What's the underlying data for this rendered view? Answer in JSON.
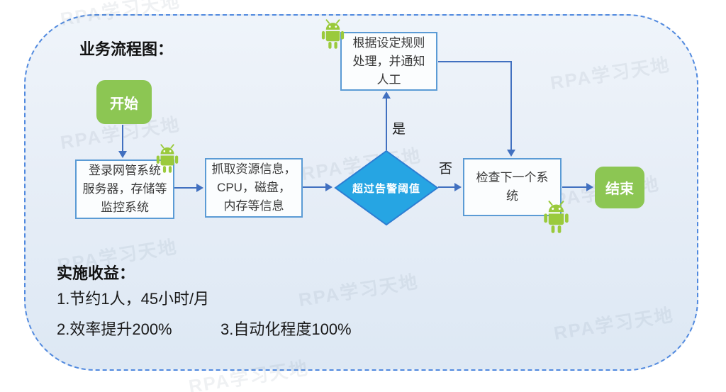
{
  "panel": {
    "title": "业务流程图："
  },
  "watermark": {
    "text": "RPA学习天地"
  },
  "flowchart": {
    "start": "开始",
    "login_box": "登录网管系统\n服务器，存储等\n监控系统",
    "fetch_box": "抓取资源信息，\nCPU，磁盘，\n内存等信息",
    "decision": "超过告警阈值",
    "handle_box": "根据设定规则\n处理，并通知\n人工",
    "check_box": "检查下一个系\n统",
    "end": "结束",
    "labels": {
      "yes": "是",
      "no": "否"
    }
  },
  "benefits": {
    "heading": "实施收益：",
    "line1": "1.节约1人，45小时/月",
    "line2a": "2.效率提升200%",
    "line2b": "3.自动化程度100%"
  },
  "colors": {
    "edge_blue": "#4170c0",
    "node_border": "#5b9bd5",
    "diamond_fill": "#26a5e3",
    "diamond_stroke": "#2d7dd2",
    "terminal_green": "#8cc653",
    "android_green": "#9aca3c",
    "panel_border": "#5089df"
  }
}
